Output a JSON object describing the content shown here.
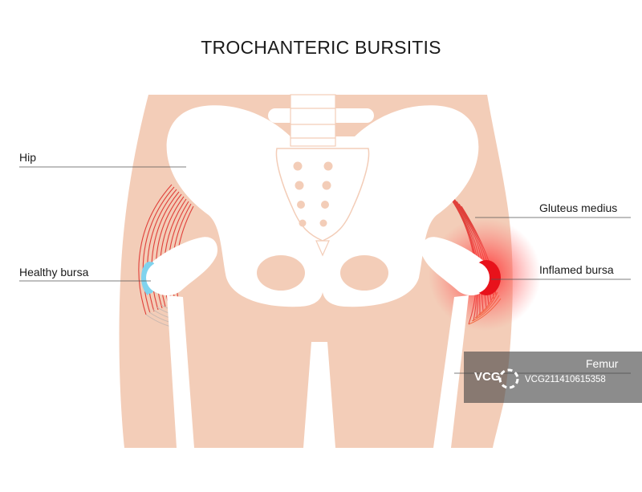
{
  "title": "TROCHANTERIC BURSITIS",
  "labels": {
    "hip": "Hip",
    "healthy_bursa": "Healthy bursa",
    "gluteus_medius": "Gluteus medius",
    "inflamed_bursa": "Inflamed bursa",
    "femur": "Femur"
  },
  "watermark": {
    "logo_text": "VCG",
    "id_text": "VCG211410615358"
  },
  "colors": {
    "skin": "#f3cdb8",
    "inner_skin": "#efc2ac",
    "bone": "#ffffff",
    "muscle": "#e0403a",
    "healthy_bursa": "#7fd3ee",
    "inflamed_bursa": "#e8121b",
    "line": "#555555"
  }
}
